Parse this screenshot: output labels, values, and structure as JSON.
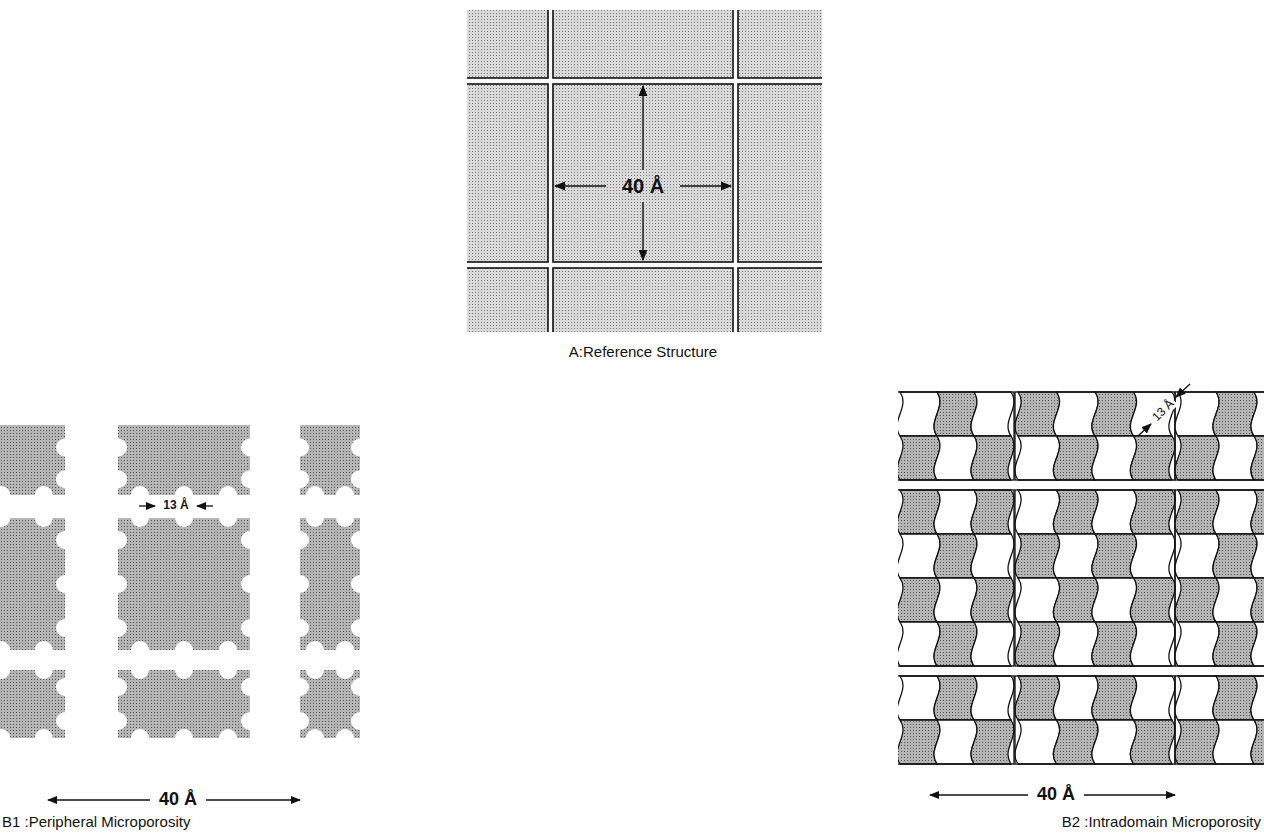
{
  "diagram": {
    "labels": [
      "40 Å",
      "A:Reference Structure",
      "13 Å",
      "40 Å",
      "B1 :Peripheral Microporosity",
      "13 Å",
      "40 Å",
      "B2 :Intradomain Microporosity"
    ]
  }
}
